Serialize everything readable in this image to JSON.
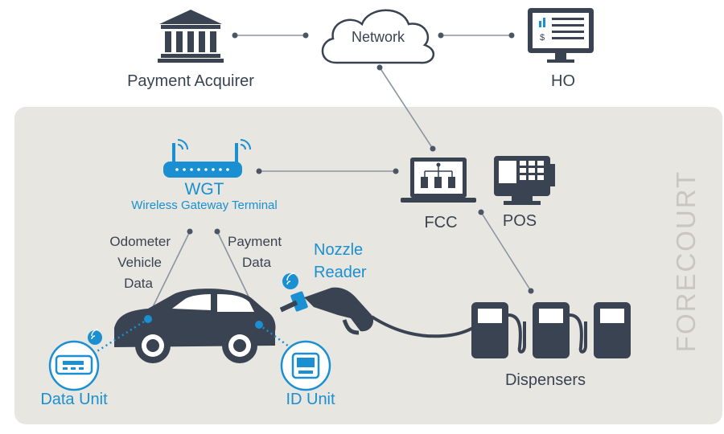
{
  "labels": {
    "network": "Network",
    "payment_acquirer": "Payment Acquirer",
    "ho": "HO",
    "wgt": "WGT",
    "wgt_full": "Wireless Gateway Terminal",
    "fcc": "FCC",
    "pos": "POS",
    "odometer_lines": [
      "Odometer",
      "Vehicle",
      "Data"
    ],
    "payment_lines": [
      "Payment",
      "Data"
    ],
    "nozzle_lines": [
      "Nozzle",
      "Reader"
    ],
    "data_unit": "Data Unit",
    "id_unit": "ID Unit",
    "dispensers": "Dispensers",
    "forecourt": "FORECOURT"
  },
  "colors": {
    "dark": "#3a4352",
    "blue": "#1a8fd1",
    "forecourt_bg": "#e8e6e1",
    "line": "#8a95a0"
  }
}
